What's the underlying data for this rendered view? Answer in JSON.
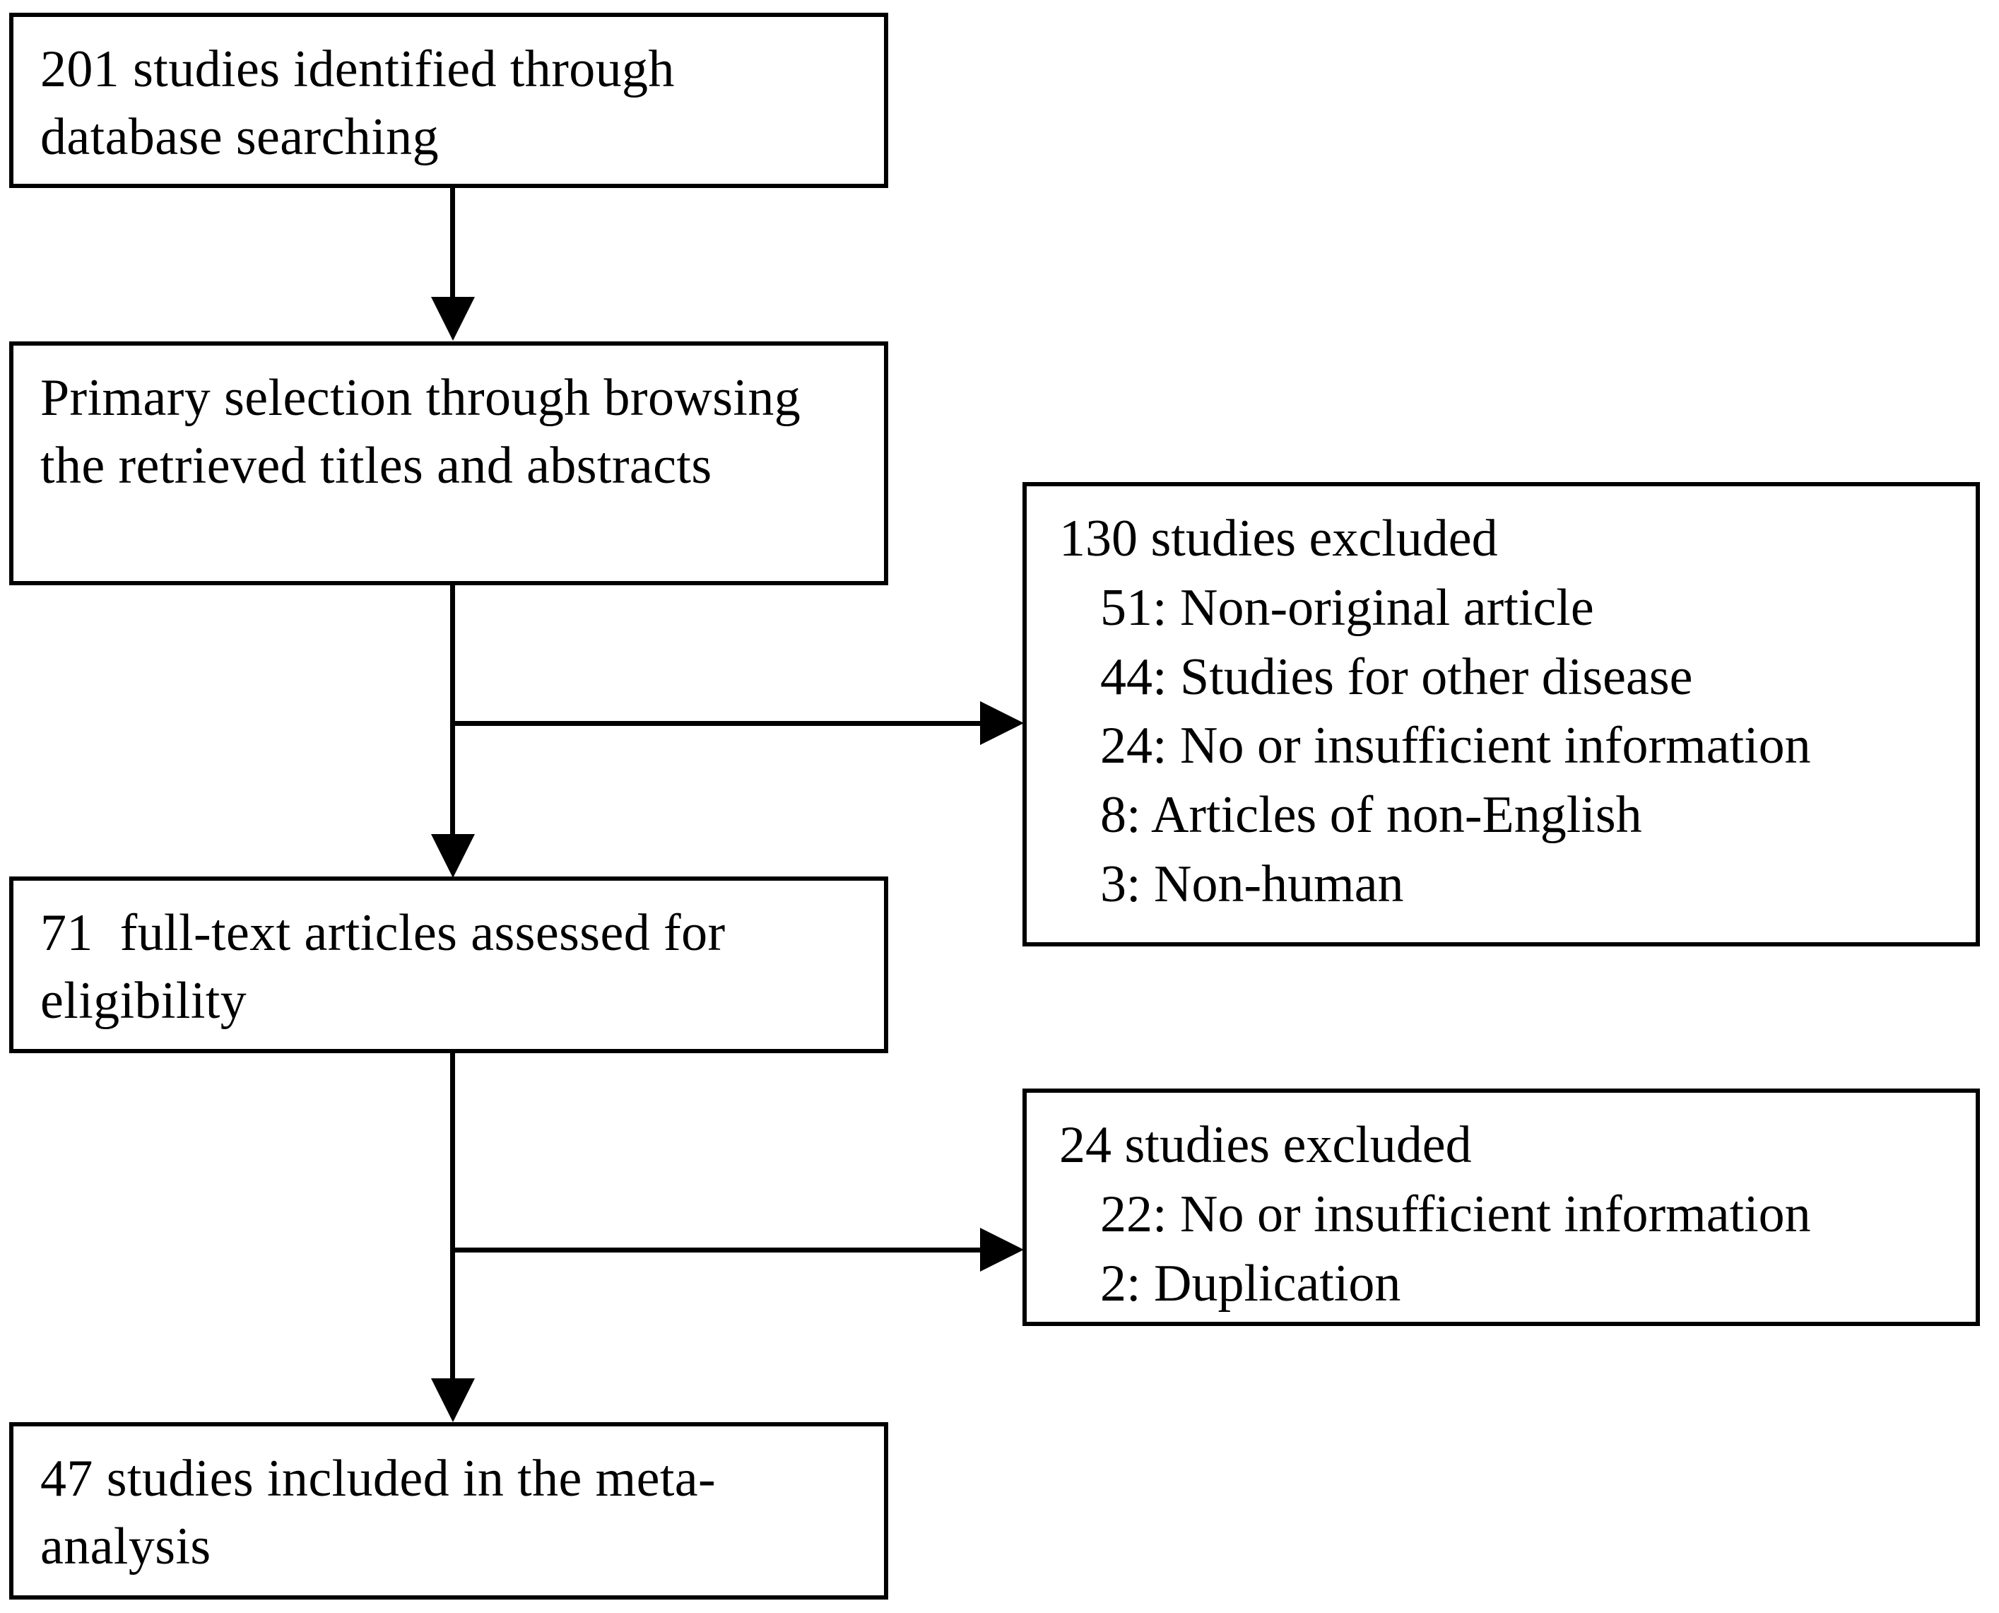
{
  "diagram": {
    "type": "prisma-flow-diagram",
    "nodes": [
      {
        "id": "identification",
        "text": "201 studies identified through database searching",
        "count": 201
      },
      {
        "id": "primary-selection",
        "text": "Primary selection through browsing the retrieved titles and abstracts"
      },
      {
        "id": "full-text-assessed",
        "text": "71  full-text articles assessed for eligibility",
        "count": 71
      },
      {
        "id": "included",
        "text": "47 studies included in the meta-analysis",
        "count": 47
      }
    ],
    "exclusions": [
      {
        "id": "exclusion-screening",
        "title": "130 studies excluded",
        "count": 130,
        "reasons": [
          "51: Non-original article",
          "44: Studies for other disease",
          "24: No or insufficient information",
          "8: Articles of non-English",
          "3: Non-human"
        ]
      },
      {
        "id": "exclusion-eligibility",
        "title": "24 studies excluded",
        "count": 24,
        "reasons": [
          "22: No or insufficient information",
          "2: Duplication"
        ]
      }
    ],
    "colors": {
      "stroke": "#000000",
      "background": "#ffffff",
      "text": "#000000"
    }
  }
}
